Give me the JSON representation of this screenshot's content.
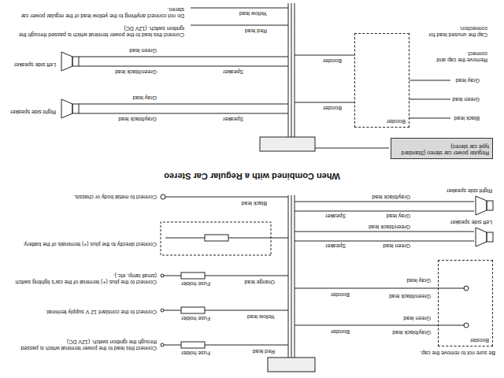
{
  "diagram": {
    "title": "When Combined with a Regular Car Stereo",
    "nodes": [
      {
        "text": [
          "Booster"
        ]
      },
      {
        "text": [
          "Regular power car stereo (Standard type car stereo)"
        ]
      },
      {
        "text": [
          "Booster"
        ]
      }
    ],
    "labels": [
      "Be sure not to remove the cap.",
      "Gray/black lead",
      "Green lead",
      "Green/black lead",
      "Gray lead",
      "Booster",
      "Booster",
      "Green lead",
      "Green/black lead",
      "Left side speaker",
      "Gray lead",
      "Gray/black lead",
      "Right side speaker",
      "Speaker",
      "Speaker",
      "Red lead",
      "Fuse holder",
      "Connect this lead to the power terminal which is passed through the ignition switch. (12V DC)",
      "Yellow lead",
      "Fuse holder",
      "Connect to the constant 12 V supply terminal.",
      "Orange lead",
      "Fuse holder",
      "Connect to the plus (+) terminal of the car's lighting switch (small lamp, etc.).",
      "Connect directly to the plus (+) terminals of the battery.",
      "Black lead",
      "Connect to metal body or chassis.",
      "Black lead",
      "Green lead",
      "Gray lead",
      "Remove the cap and connect.",
      "Cap the unused lead for connection.",
      "Booster",
      "Booster",
      "Gray/black lead",
      "Gray lead",
      "Speaker",
      "Right side speaker",
      "Green/black lead",
      "Green lead",
      "Speaker",
      "Left side speaker",
      "Red lead",
      "Yellow lead",
      "Connect this lead to the power terminal which is passed through the ignition switch. (12V DC)",
      "Do not connect anything to the yellow lead of the regular power car stereo."
    ]
  }
}
